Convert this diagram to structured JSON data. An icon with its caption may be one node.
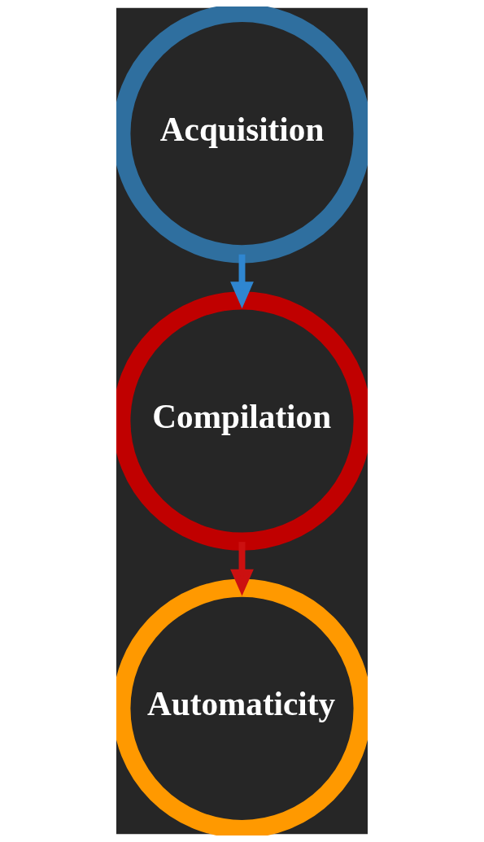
{
  "diagram": {
    "nodes": [
      {
        "text": [
          "Acquisition"
        ]
      },
      {
        "text": [
          "Compilation"
        ]
      },
      {
        "text": [
          "Automaticity"
        ]
      }
    ],
    "edges": [
      {
        "from": 0,
        "to": 1,
        "arrow": "to",
        "color": "#2f86d0"
      },
      {
        "from": 1,
        "to": 2,
        "arrow": "to",
        "color": "#cc1010"
      }
    ]
  }
}
